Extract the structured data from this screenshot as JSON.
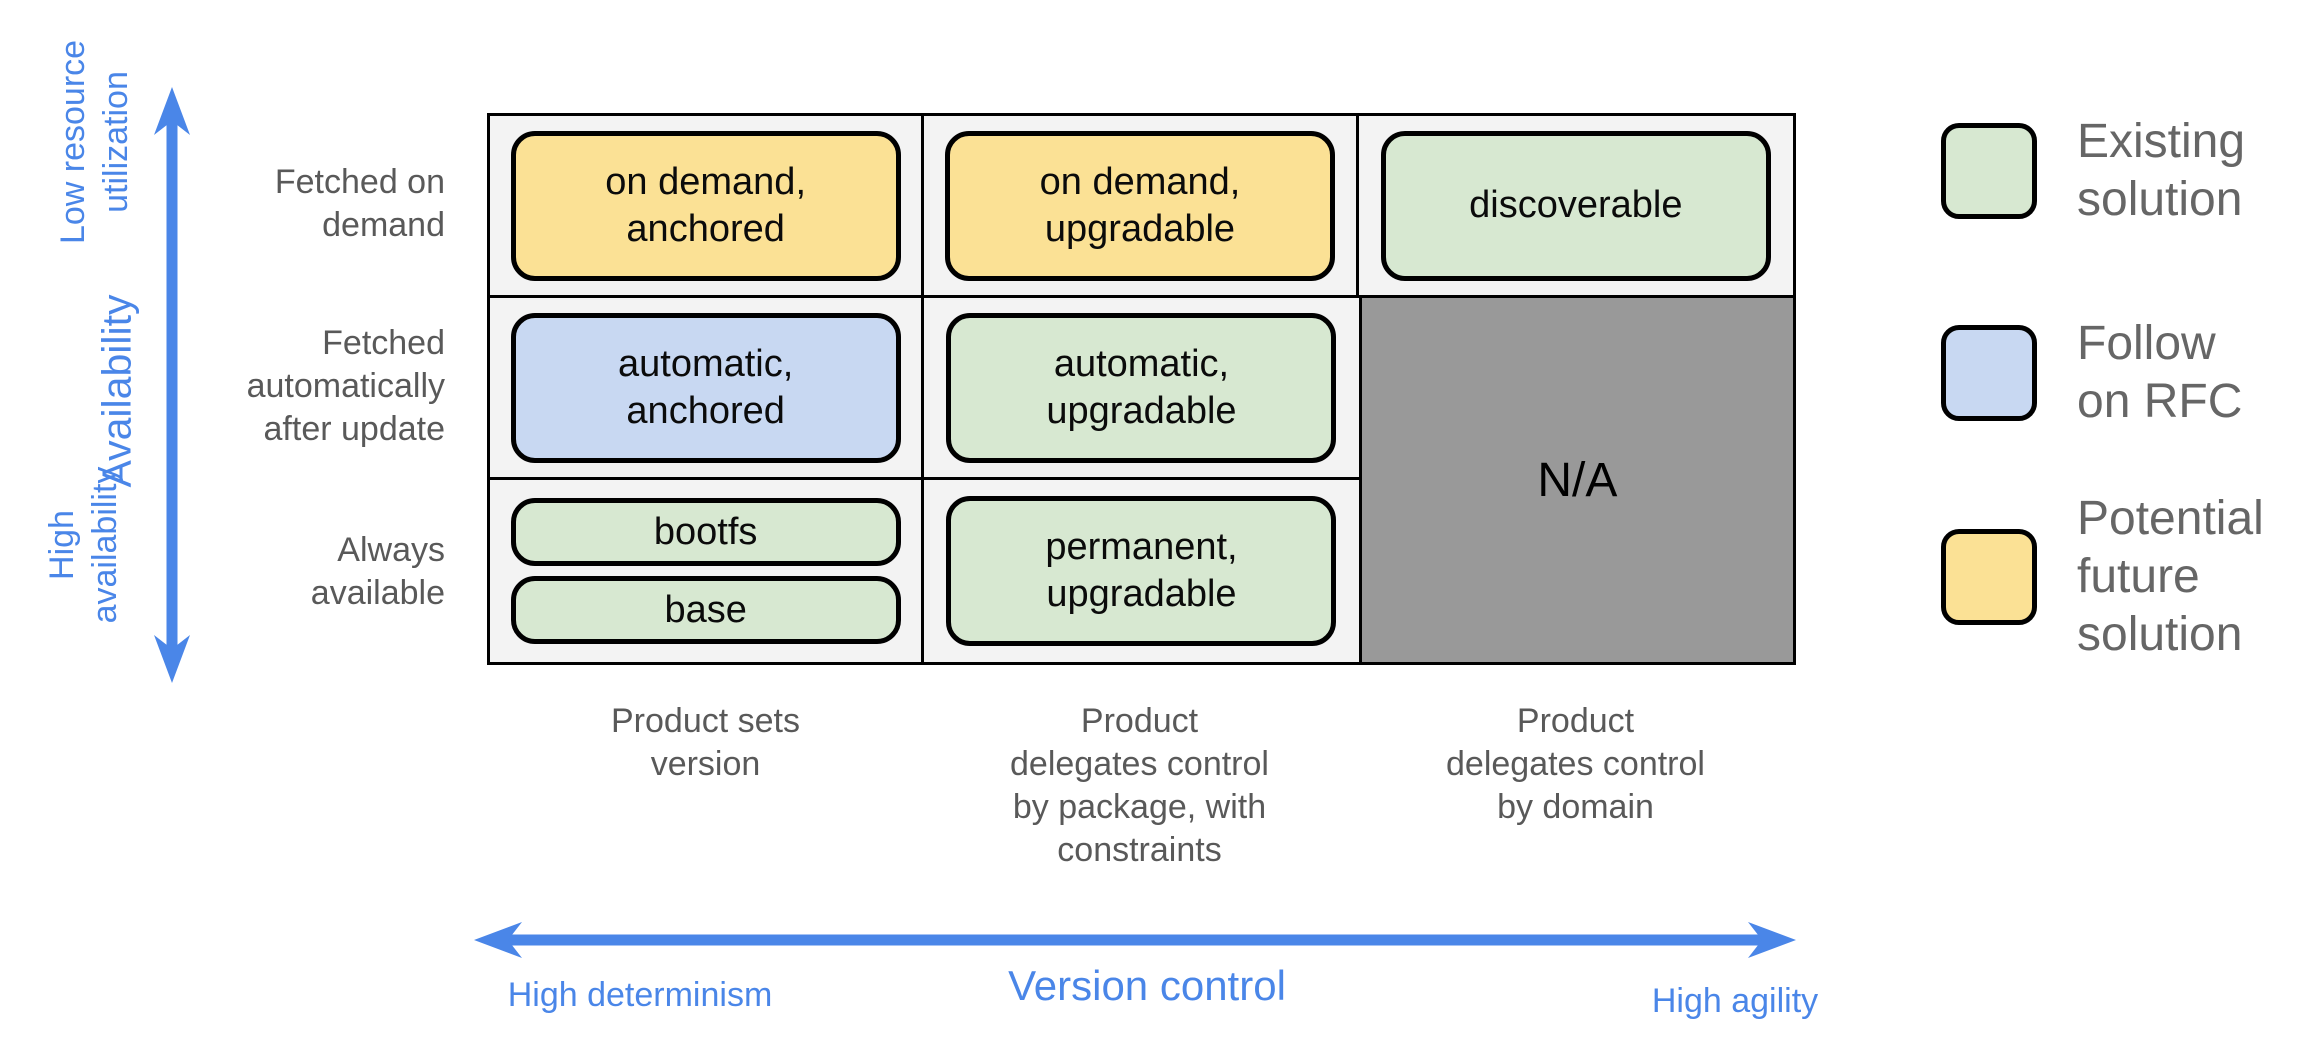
{
  "colors": {
    "axis-blue": "#4a86e8",
    "label-gray": "#595959",
    "legend-text-gray": "#666666",
    "box-green": "#d7e8d1",
    "box-blue": "#c8d8f2",
    "box-yellow": "#fbe195",
    "na-gray": "#999999",
    "cell-bg": "#f3f3f3",
    "box-border": "#000000"
  },
  "y_axis": {
    "high_end_label": "Low resource\nutilization",
    "axis_name": "Availability",
    "low_end_label": "High\navailability"
  },
  "x_axis": {
    "left_end_label": "High determinism",
    "axis_name": "Version control",
    "right_end_label": "High agility"
  },
  "row_labels": [
    "Fetched on\ndemand",
    "Fetched\nautomatically\nafter update",
    "Always\navailable"
  ],
  "column_labels": [
    "Product sets\nversion",
    "Product\ndelegates control\nby package, with\nconstraints",
    "Product\ndelegates control\nby domain"
  ],
  "matrix": {
    "r1c1": "on demand,\nanchored",
    "r1c2": "on demand,\nupgradable",
    "r1c3": "discoverable",
    "r2c1": "automatic,\nanchored",
    "r2c2": "automatic,\nupgradable",
    "r3c1_top": "bootfs",
    "r3c1_bottom": "base",
    "r3c2": "permanent,\nupgradable",
    "na": "N/A"
  },
  "legend": {
    "existing": "Existing\nsolution",
    "follow": "Follow\non RFC",
    "potential": "Potential\nfuture\nsolution"
  }
}
